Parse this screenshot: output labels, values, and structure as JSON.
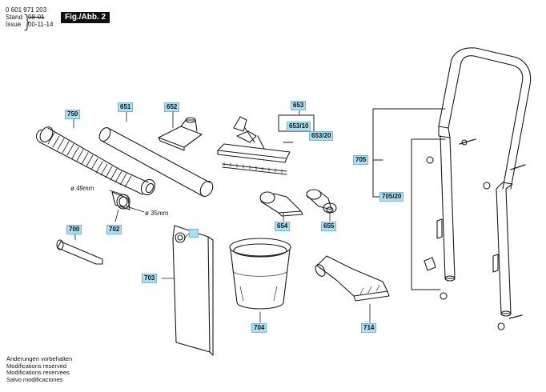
{
  "header": {
    "part_number": "0 601 971 203",
    "stand_label": "Stand",
    "stand_old": "98-01",
    "issue_label": "Issue",
    "issue_date": "00-11-14",
    "figure": "Fig./Abb. 2"
  },
  "callouts": {
    "750": "750",
    "651": "651",
    "652": "652",
    "653": "653",
    "653_10": "653/10",
    "653_20": "653/20",
    "705": "705",
    "705_20": "705/20",
    "700": "700",
    "702": "702",
    "654": "654",
    "655": "655",
    "703": "703",
    "704": "704",
    "714": "714"
  },
  "dimensions": {
    "d49": "ø 49mm",
    "d35": "ø 35mm"
  },
  "footer": [
    "Änderungen vorbehalten",
    "Modifications reserved",
    "Modifications reservees",
    "Salvo modificaciones"
  ]
}
